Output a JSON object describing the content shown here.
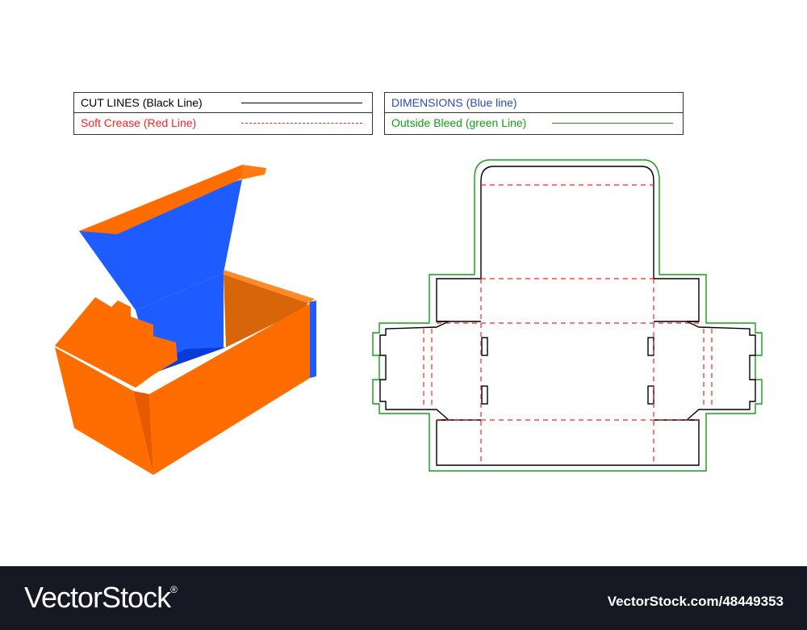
{
  "legend": {
    "cut_lines": {
      "label": "CUT LINES (Black Line)",
      "color": "#000000",
      "style": "solid"
    },
    "soft_crease": {
      "label": "Soft Crease (Red Line)",
      "color": "#ff2020",
      "style": "dashed"
    },
    "dimensions": {
      "label": "DIMENSIONS (Blue line)",
      "color": "#2a4bb4",
      "style": "double-arrow"
    },
    "outside_bleed": {
      "label": "Outside Bleed (green Line)",
      "color": "#12a012",
      "style": "solid"
    }
  },
  "colors": {
    "box_orange": "#ff6d00",
    "box_orange_dark": "#e85a00",
    "box_inner_blue": "#1f5cff",
    "box_inner_blue_dark": "#0a3ad8",
    "box_inner_brown": "#d8650a"
  },
  "footer": {
    "brand": "VectorStock",
    "brand_mark": "®",
    "image_id": "VectorStock.com/48449353"
  }
}
